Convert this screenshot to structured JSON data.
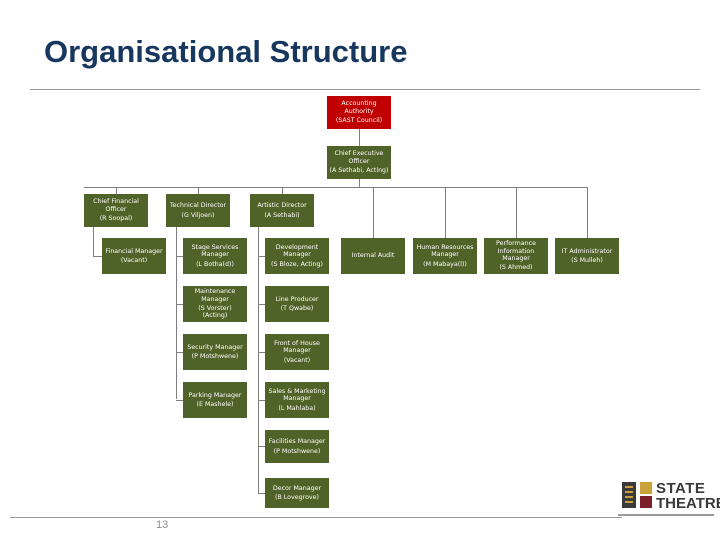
{
  "slide": {
    "title": "Organisational Structure",
    "page_number": "13"
  },
  "boxes": [
    {
      "id": "accounting-authority",
      "title": "Accounting\nAuthority",
      "sub": "(SAST Council)",
      "color": "#c00000"
    },
    {
      "id": "ceo",
      "title": "Chief Executive\nOfficer",
      "sub": "(A Sethabi, Acting)",
      "color": "#4f6228"
    },
    {
      "id": "cfo",
      "title": "Chief Financial\nOfficer",
      "sub": "(R Soopal)",
      "color": "#4f6228"
    },
    {
      "id": "technical-director",
      "title": "Technical Director",
      "sub": "(G Viljoen)",
      "color": "#4f6228"
    },
    {
      "id": "artistic-director",
      "title": "Artistic Director",
      "sub": "(A Sethabi)",
      "color": "#4f6228"
    },
    {
      "id": "financial-manager",
      "title": "Financial Manager",
      "sub": "(Vacant)",
      "color": "#4f6228"
    },
    {
      "id": "stage-services-manager",
      "title": "Stage Services\nManager",
      "sub": "(L Botha(d))",
      "color": "#4f6228"
    },
    {
      "id": "development-manager",
      "title": "Development\nManager",
      "sub": "(S Bloze, Acting)",
      "color": "#4f6228"
    },
    {
      "id": "internal-audit",
      "title": "Internal Audit",
      "sub": "",
      "color": "#4f6228"
    },
    {
      "id": "hr-manager",
      "title": "Human Resources\nManager",
      "sub": "(M Mabaya(l))",
      "color": "#4f6228"
    },
    {
      "id": "performance-information-manager",
      "title": "Performance\nInformation\nManager",
      "sub": "(S Ahmed)",
      "color": "#4f6228"
    },
    {
      "id": "it-administrator",
      "title": "IT Administrator",
      "sub": "(S Mulleh)",
      "color": "#4f6228"
    },
    {
      "id": "maintenance-manager",
      "title": "Maintenance\nManager",
      "sub": "(S Vorster)\n(Acting)",
      "color": "#4f6228"
    },
    {
      "id": "line-producer",
      "title": "Line Producer",
      "sub": "(T Qwabe)",
      "color": "#4f6228"
    },
    {
      "id": "security-manager",
      "title": "Security Manager",
      "sub": "(P Motshwene)",
      "color": "#4f6228"
    },
    {
      "id": "front-of-house-manager",
      "title": "Front of House\nManager",
      "sub": "(Vacant)",
      "color": "#4f6228"
    },
    {
      "id": "parking-manager",
      "title": "Parking Manager",
      "sub": "(E Mashele)",
      "color": "#4f6228"
    },
    {
      "id": "sales-marketing-manager",
      "title": "Sales & Marketing\nManager",
      "sub": "(L Mahlaba)",
      "color": "#4f6228"
    },
    {
      "id": "facilities-manager",
      "title": "Facilities Manager",
      "sub": "(P Motshwene)",
      "color": "#4f6228"
    },
    {
      "id": "decor-manager",
      "title": "Decor Manager",
      "sub": "(B Lovegrove)",
      "color": "#4f6228"
    }
  ],
  "logo": {
    "line1": "STATE",
    "line2": "THEATRE",
    "colors": [
      "#c9a13b",
      "#7b1f2b",
      "#3a6d3a",
      "#1f4e79"
    ]
  }
}
